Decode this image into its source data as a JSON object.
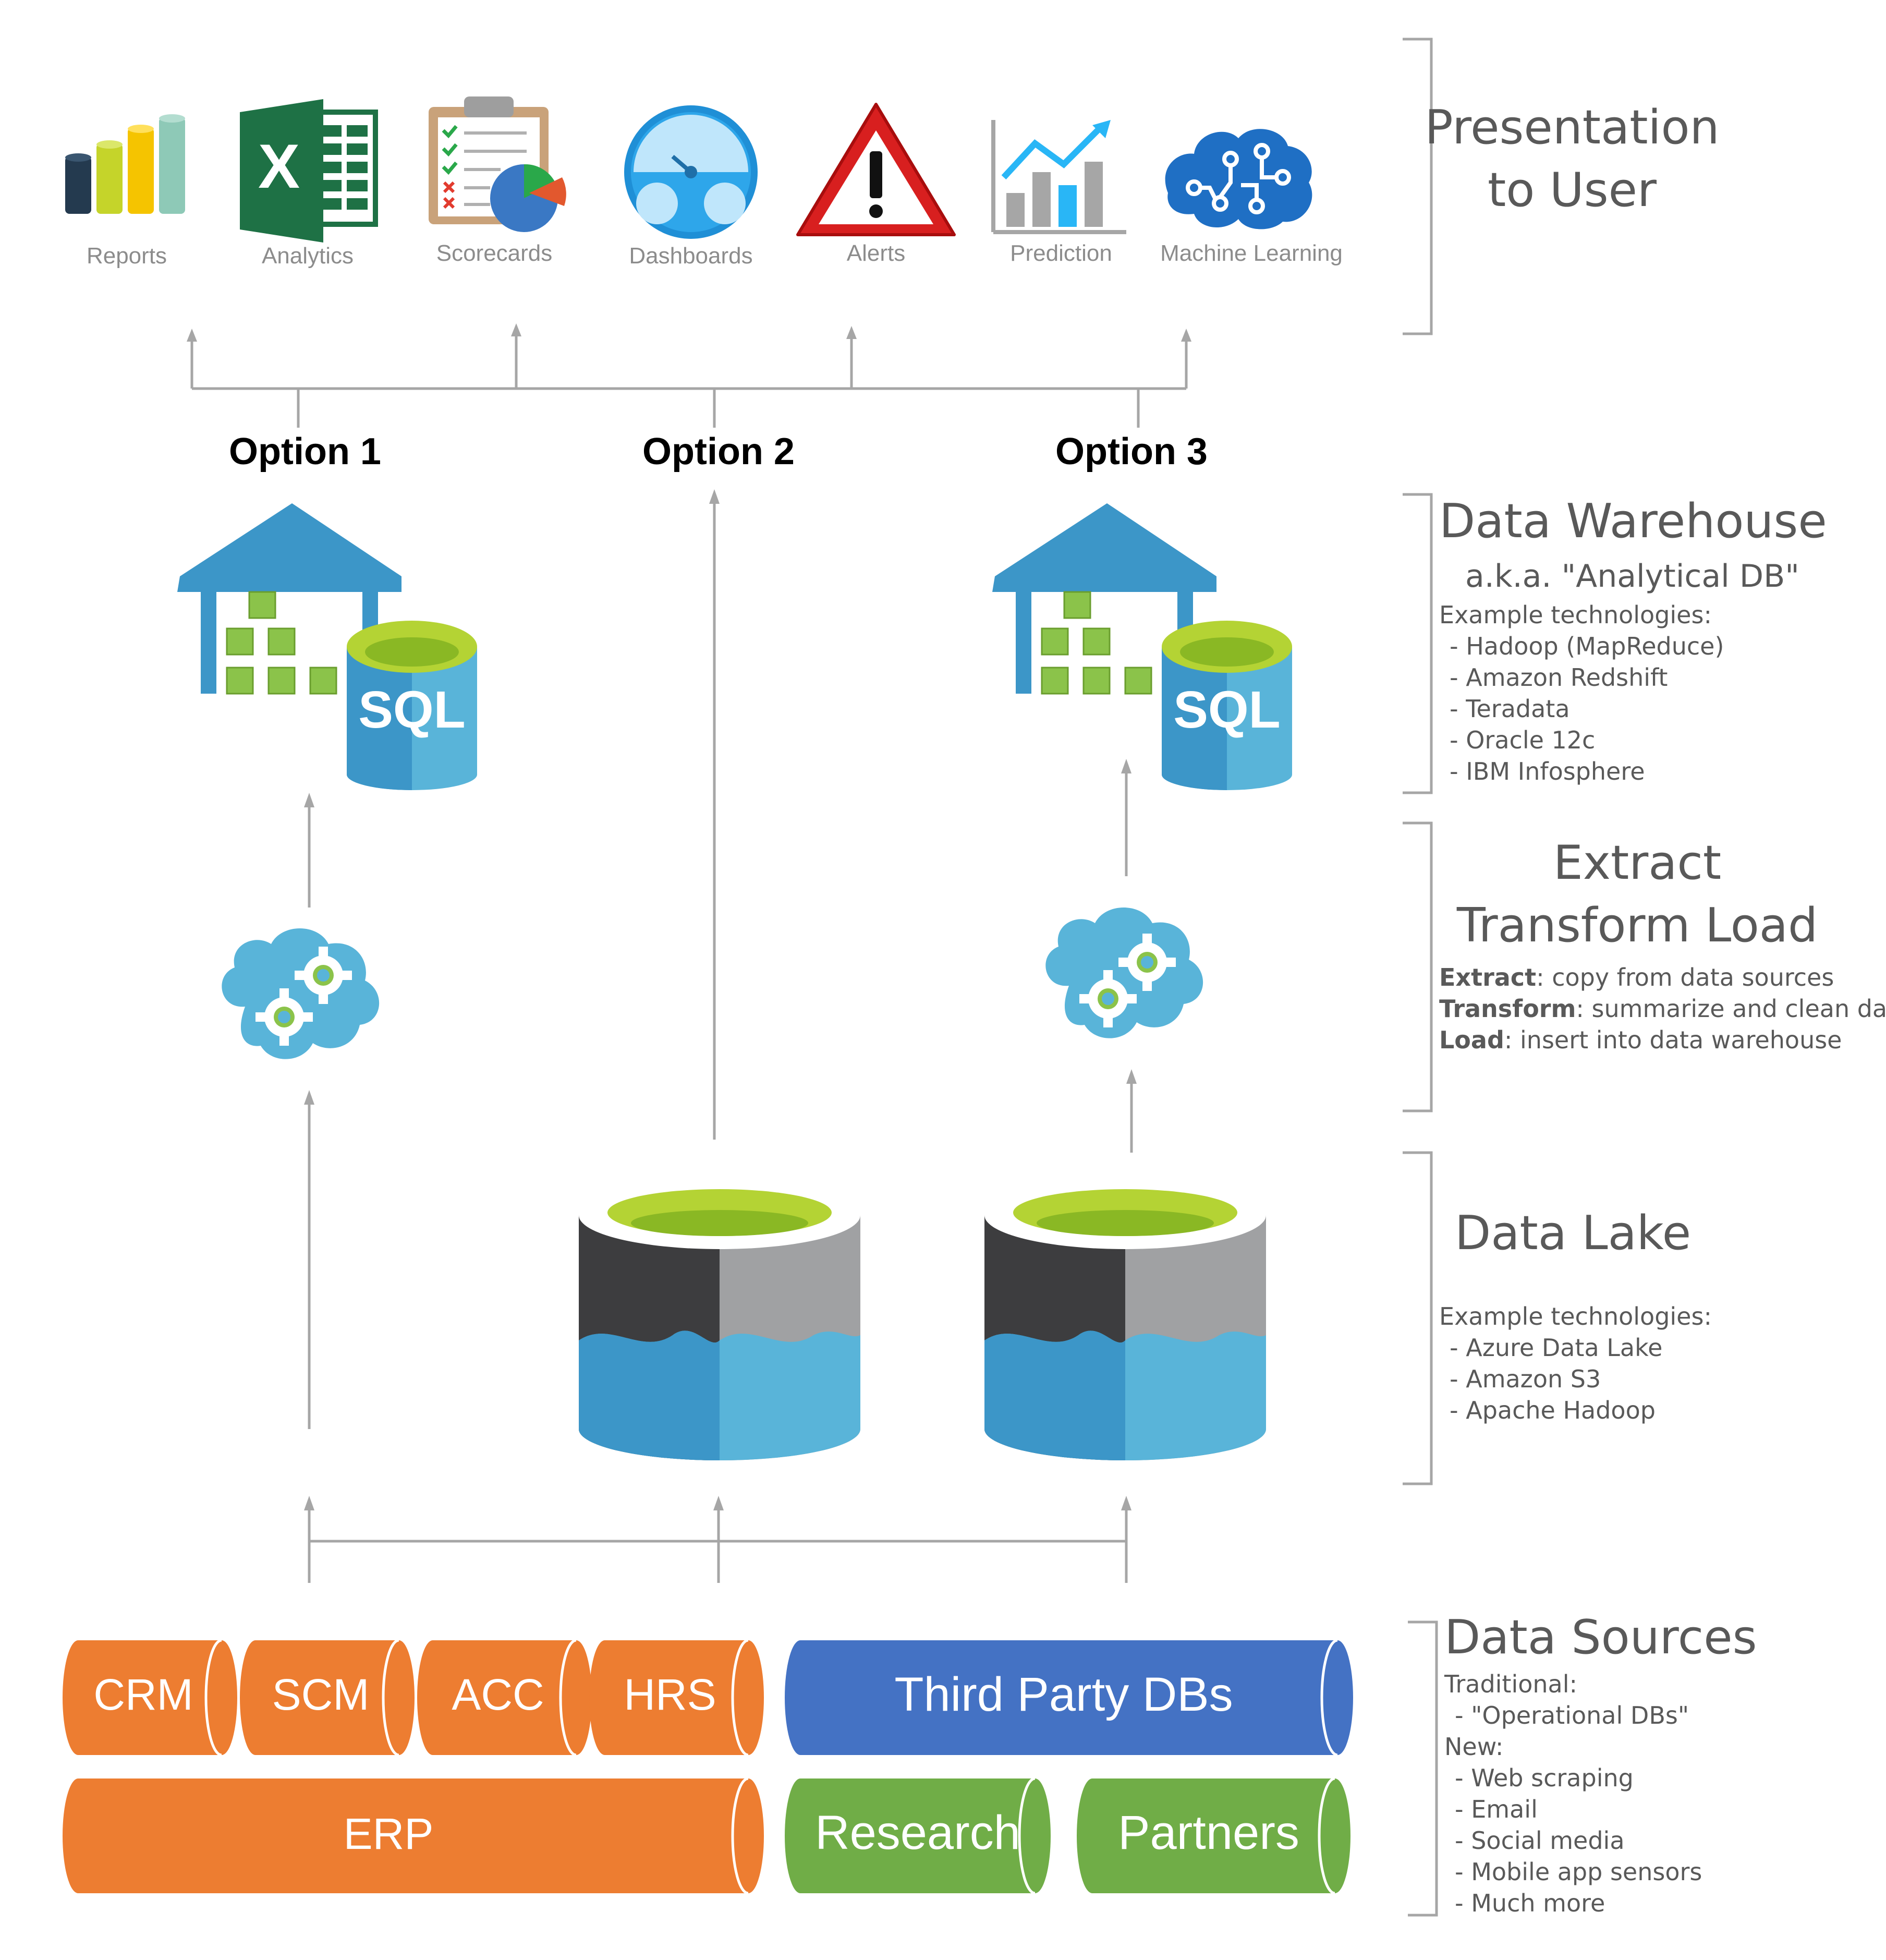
{
  "presentation_items": [
    {
      "label": "Reports",
      "icon": "reports-bar-icon"
    },
    {
      "label": "Analytics",
      "icon": "excel-icon"
    },
    {
      "label": "Scorecards",
      "icon": "scorecard-clipboard-icon"
    },
    {
      "label": "Dashboards",
      "icon": "dashboard-gauge-icon"
    },
    {
      "label": "Alerts",
      "icon": "alert-warning-icon"
    },
    {
      "label": "Prediction",
      "icon": "prediction-chart-icon"
    },
    {
      "label": "Machine Learning",
      "icon": "brain-circuit-icon"
    }
  ],
  "options": [
    "Option 1",
    "Option 2",
    "Option 3"
  ],
  "sql_label": "SQL",
  "sections": {
    "presentation": {
      "title_line1": "Presentation",
      "title_line2": "to User"
    },
    "warehouse": {
      "title": "Data Warehouse",
      "subtitle": "a.k.a. \"Analytical DB\"",
      "intro": "Example technologies:",
      "items": [
        "- Hadoop (MapReduce)",
        "- Amazon Redshift",
        "- Teradata",
        "- Oracle 12c",
        "- IBM Infosphere"
      ]
    },
    "etl": {
      "title_line1": "Extract",
      "title_line2": "Transform Load",
      "lines": [
        {
          "bold": "Extract",
          "rest": ": copy from data sources"
        },
        {
          "bold": "Transform",
          "rest": ": summarize and clean data"
        },
        {
          "bold": "Load",
          "rest": ": insert into data warehouse"
        }
      ]
    },
    "lake": {
      "title": "Data Lake",
      "intro": "Example technologies:",
      "items": [
        "- Azure Data Lake",
        "- Amazon S3",
        "- Apache Hadoop"
      ]
    },
    "sources": {
      "title": "Data Sources",
      "traditional": "Traditional:",
      "traditional_items": [
        "- \"Operational DBs\""
      ],
      "new": "New:",
      "new_items": [
        "- Web  scraping",
        "- Email",
        "- Social media",
        "- Mobile app sensors",
        "- Much more"
      ]
    }
  },
  "data_sources": {
    "row1": [
      "CRM",
      "SCM",
      "ACC",
      "HRS"
    ],
    "third_party": "Third Party DBs",
    "erp": "ERP",
    "research": "Research",
    "partners": "Partners"
  },
  "colors": {
    "orange": "#ED7D31",
    "blue": "#4472C4",
    "green": "#70AD47",
    "azure": "#3C96C8",
    "lime": "#B4D334",
    "arrow": "#a6a6a6",
    "text": "#595959"
  }
}
